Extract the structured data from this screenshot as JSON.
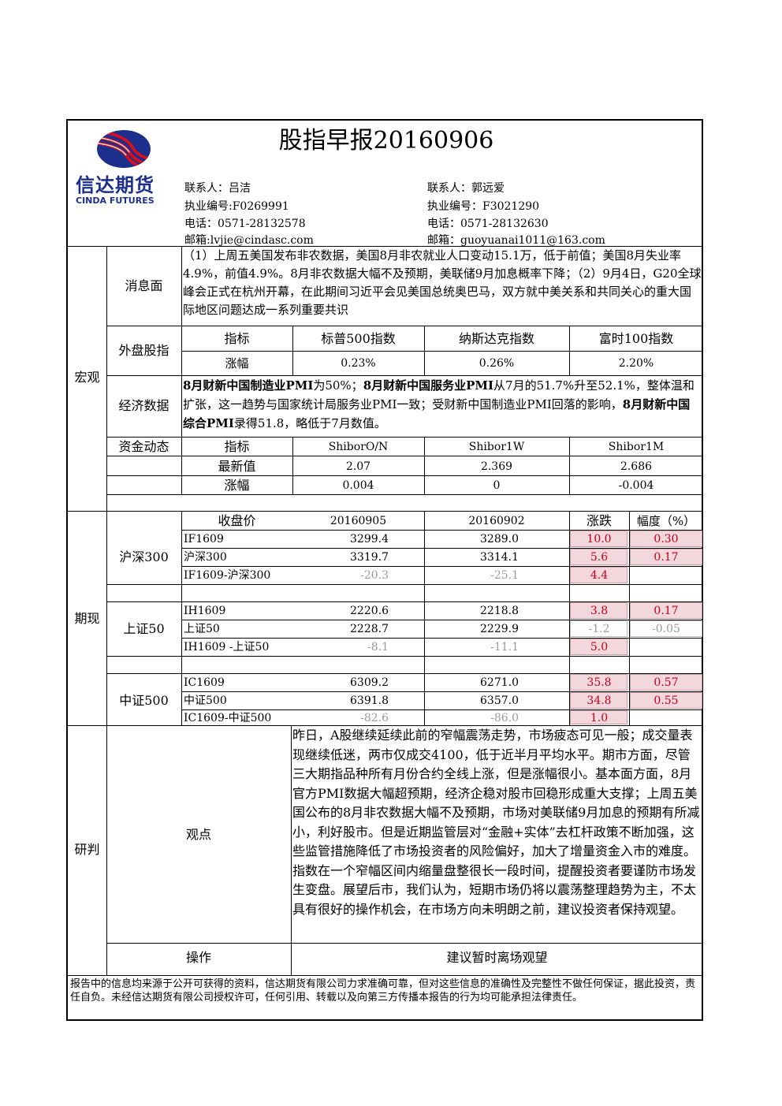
{
  "header": {
    "title": "股指早报20160906",
    "logo_cn": "信达期货",
    "logo_en": "CINDA FUTURES",
    "contacts": [
      {
        "name": "联系人：吕洁",
        "license": "执业编号:F0269991",
        "phone": "电话：0571-28132578",
        "email": "邮箱:lvjie@cindasc.com"
      },
      {
        "name": "联系人：郭远爱",
        "license": "执业编号：F3021290",
        "phone": "电话：0571-28132630",
        "email": "邮箱：guoyuanai1011@163.com"
      }
    ]
  },
  "macro": {
    "section_label": "宏观",
    "news_label": "消息面",
    "news_text": "（1）上周五美国发布非农数据，美国8月非农就业人口变动15.1万，低于前值；美国8月失业率4.9%，前值4.9%。8月非农数据大幅不及预期，美联储9月加息概率下降；（2）9月4日，G20全球峰会正式在杭州开幕，在此期间习近平会见美国总统奥巴马，双方就中美关系和共同关心的重大国际地区问题达成一系列重要共识",
    "overseas_label": "外盘股指",
    "overseas_headers": [
      "指标",
      "标普500指数",
      "纳斯达克指数",
      "富时100指数"
    ],
    "overseas_row": [
      "涨幅",
      "0.23%",
      "0.26%",
      "2.20%"
    ],
    "econ_label": "经济数据",
    "econ_parts": [
      {
        "text": "8月财新中国制造业PMI",
        "bold": true
      },
      {
        "text": "为50%；",
        "bold": false
      },
      {
        "text": "8月财新中国服务业PMI",
        "bold": true
      },
      {
        "text": "从7月的51.7%升至52.1%，整体温和扩张，这一趋势与国家统计局服务业PMI一致；受财新中国制造业PMI回落的影响，",
        "bold": false
      },
      {
        "text": "8月财新中国综合PMI",
        "bold": true
      },
      {
        "text": "录得51.8，略低于7月数值。",
        "bold": false
      }
    ],
    "funds_label": "资金动态",
    "funds_headers": [
      "指标",
      "ShiborO/N",
      "Shibor1W",
      "Shibor1M"
    ],
    "funds_rows": [
      [
        "最新值",
        "2.07",
        "2.369",
        "2.686"
      ],
      [
        "涨幅",
        "0.004",
        "0",
        "-0.004"
      ]
    ]
  },
  "futures": {
    "section_label": "期现",
    "headers": [
      "收盘价",
      "20160905",
      "20160902",
      "涨跌",
      "幅度（%）"
    ],
    "groups": [
      {
        "label": "沪深300",
        "rows": [
          {
            "name": "IF1609",
            "v1": "3299.4",
            "v2": "3289.0",
            "chg": "10.0",
            "pct": "0.30"
          },
          {
            "name": "沪深300",
            "v1": "3319.7",
            "v2": "3314.1",
            "chg": "5.6",
            "pct": "0.17"
          },
          {
            "name": "IF1609-沪深300",
            "v1": "-20.3",
            "v2": "-25.1",
            "chg": "4.4",
            "pct": ""
          }
        ]
      },
      {
        "label": "上证50",
        "rows": [
          {
            "name": "IH1609",
            "v1": "2220.6",
            "v2": "2218.8",
            "chg": "3.8",
            "pct": "0.17"
          },
          {
            "name": "上证50",
            "v1": "2228.7",
            "v2": "2229.9",
            "chg": "-1.2",
            "pct": "-0.05"
          },
          {
            "name": "IH1609 -上证50",
            "v1": "-8.1",
            "v2": "-11.1",
            "chg": "5.0",
            "pct": ""
          }
        ]
      },
      {
        "label": "中证500",
        "rows": [
          {
            "name": "IC1609",
            "v1": "6309.2",
            "v2": "6271.0",
            "chg": "35.8",
            "pct": "0.57"
          },
          {
            "name": "中证500",
            "v1": "6391.8",
            "v2": "6357.0",
            "chg": "34.8",
            "pct": "0.55"
          },
          {
            "name": "IC1609-中证500",
            "v1": "-82.6",
            "v2": "-86.0",
            "chg": "1.0",
            "pct": ""
          }
        ]
      }
    ]
  },
  "research": {
    "section_label": "研判",
    "view_label": "观点",
    "view_text": "昨日，A股继续延续此前的窄幅震荡走势，市场疲态可见一般；成交量表现继续低迷，两市仅成交4100，低于近半月平均水平。期市方面，尽管三大期指品种所有月份合约全线上涨，但是涨幅很小。基本面方面，8月官方PMI数据大幅超预期，经济企稳对股市回稳形成重大支撑；上周五美国公布的8月非农数据大幅不及预期，市场对美联储9月加息的预期有所减小，利好股市。但是近期监管层对“金融+实体”去杠杆政策不断加强，这些监管措施降低了市场投资者的风险偏好，加大了增量资金入市的难度。指数在一个窄幅区间内缩量盘整很长一段时间，提醒投资者要谨防市场发生变盘。展望后市，我们认为，短期市场仍将以震荡整理趋势为主，不太具有很好的操作机会，在市场方向未明朗之前，建议投资者保持观望。",
    "op_label": "操作",
    "op_text": "建议暂时离场观望"
  },
  "disclaimer": "报告中的信息均来源于公开可获得的资料，信达期货有限公司力求准确可靠，但对这些信息的准确性及完整性不做任何保证，据此投资，责任自负。未经信达期货有限公司授权许可，任何引用、转载以及向第三方传播本报告的行为均可能承担法律责任。",
  "colors": {
    "logo_red": "#d4101e",
    "logo_blue": "#1d2f8c",
    "highlight_fill": "#f2d7dd",
    "highlight_text": "#c0001a",
    "gray_text": "#9a9a9a"
  }
}
